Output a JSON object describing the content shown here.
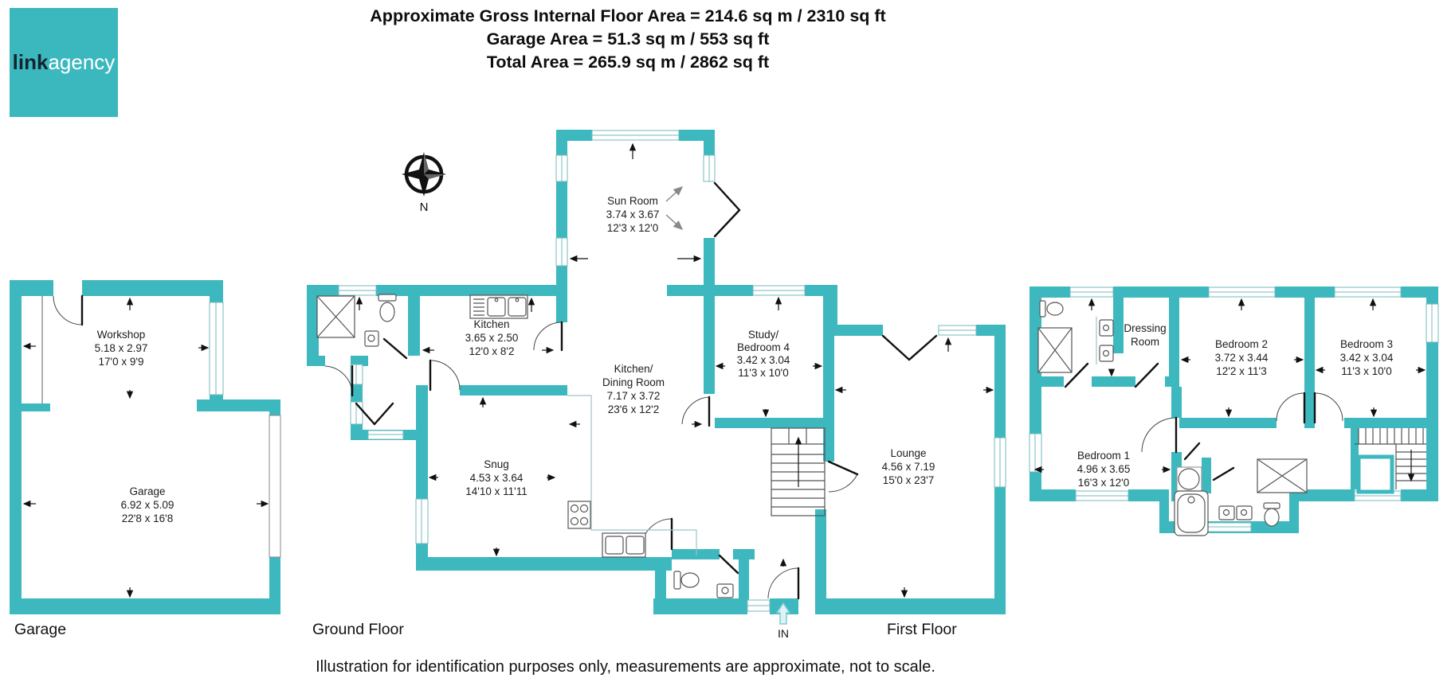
{
  "logo": {
    "text_bold": "link",
    "text_light": "agency"
  },
  "header": {
    "line1": "Approximate Gross Internal Floor Area =  214.6 sq m / 2310 sq ft",
    "line2": "Garage Area =  51.3 sq m / 553 sq ft",
    "line3": "Total Area =  265.9 sq m / 2862 sq ft"
  },
  "compass": {
    "label": "N"
  },
  "entrance": {
    "label": "IN"
  },
  "floor_labels": {
    "garage": "Garage",
    "ground": "Ground Floor",
    "first": "First Floor"
  },
  "rooms": {
    "workshop": {
      "name": "Workshop",
      "metric": "5.18 x 2.97",
      "imperial": "17'0 x 9'9"
    },
    "garage": {
      "name": "Garage",
      "metric": "6.92 x 5.09",
      "imperial": "22'8 x 16'8"
    },
    "sun_room": {
      "name": "Sun Room",
      "metric": "3.74 x 3.67",
      "imperial": "12'3 x 12'0"
    },
    "kitchen": {
      "name": "Kitchen",
      "metric": "3.65 x 2.50",
      "imperial": "12'0 x 8'2"
    },
    "kitchen_dining": {
      "name1": "Kitchen/",
      "name2": "Dining Room",
      "metric": "7.17 x 3.72",
      "imperial": "23'6 x 12'2"
    },
    "study": {
      "name1": "Study/",
      "name2": "Bedroom 4",
      "metric": "3.42 x 3.04",
      "imperial": "11'3 x 10'0"
    },
    "snug": {
      "name": "Snug",
      "metric": "4.53 x 3.64",
      "imperial": "14'10 x 11'11"
    },
    "lounge": {
      "name": "Lounge",
      "metric": "4.56 x 7.19",
      "imperial": "15'0 x 23'7"
    },
    "dressing": {
      "name1": "Dressing",
      "name2": "Room"
    },
    "bedroom1": {
      "name": "Bedroom 1",
      "metric": "4.96 x 3.65",
      "imperial": "16'3 x 12'0"
    },
    "bedroom2": {
      "name": "Bedroom 2",
      "metric": "3.72 x 3.44",
      "imperial": "12'2 x 11'3"
    },
    "bedroom3": {
      "name": "Bedroom 3",
      "metric": "3.42 x 3.04",
      "imperial": "11'3 x 10'0"
    }
  },
  "footer": {
    "disclaimer": "Illustration for identification purposes only, measurements are approximate, not to scale."
  },
  "colors": {
    "wall": "#3db8bf",
    "logo_bg": "#3bb7be",
    "logo_dark": "#13242e",
    "in_arrow": "#b7e3e9"
  }
}
